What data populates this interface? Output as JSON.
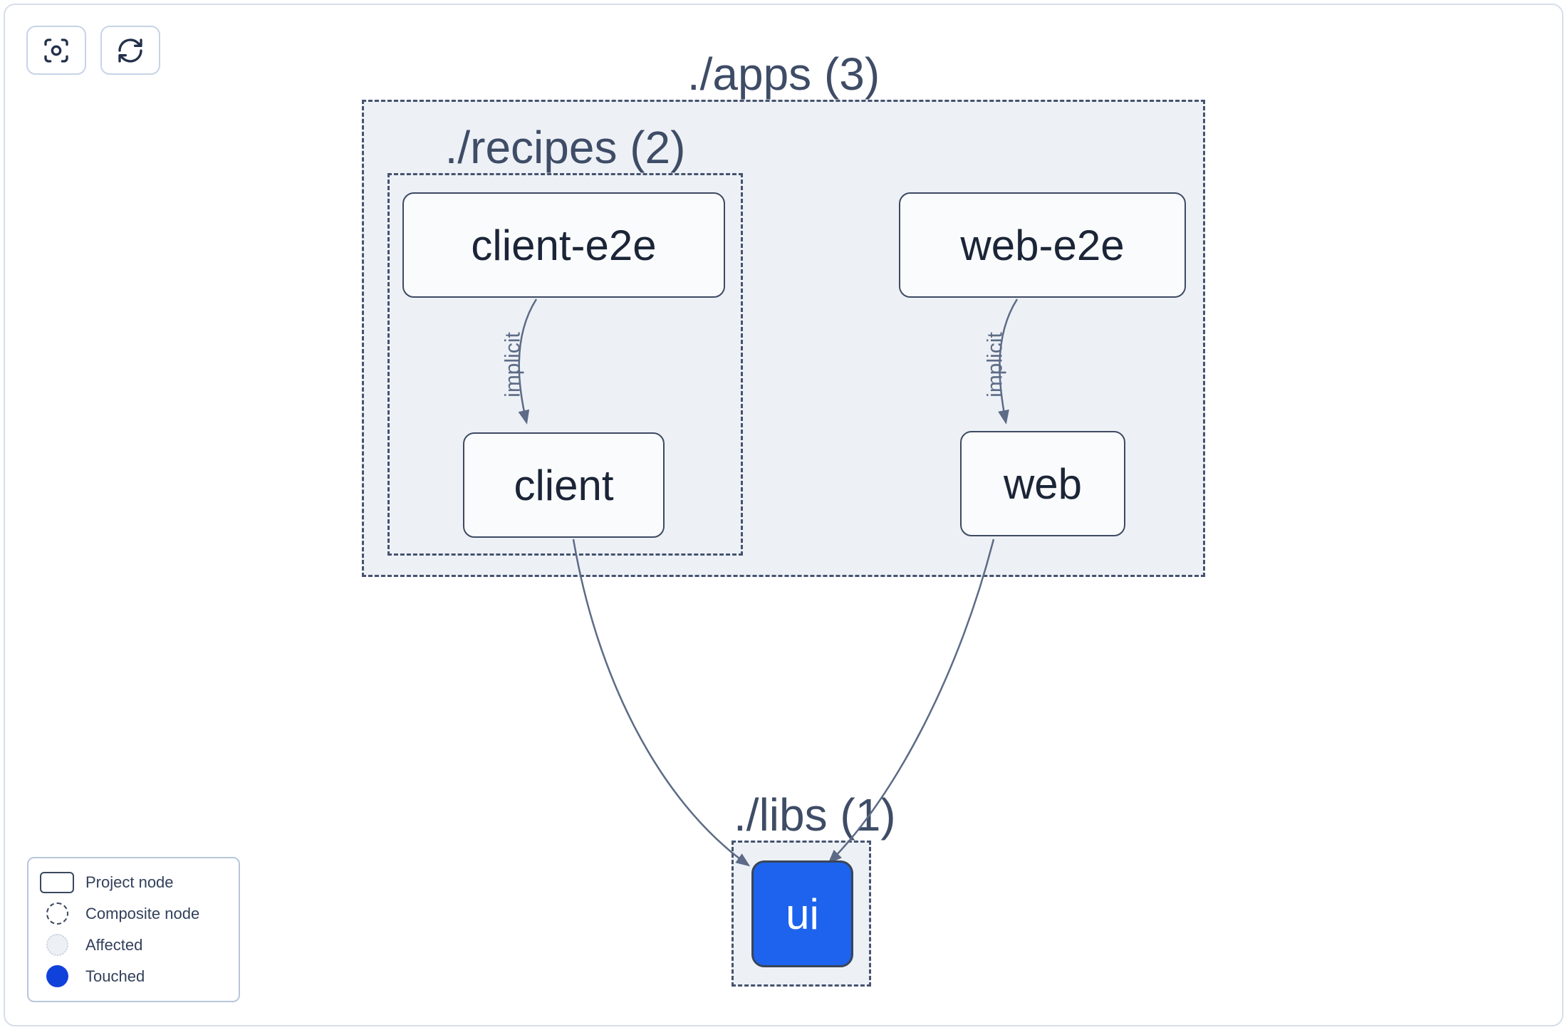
{
  "toolbar": {
    "buttons": [
      {
        "name": "focus",
        "icon": "focus-icon"
      },
      {
        "name": "refresh",
        "icon": "refresh-icon"
      }
    ]
  },
  "graph": {
    "groups": {
      "apps": {
        "label": "./apps (3)"
      },
      "recipes": {
        "label": "./recipes (2)"
      },
      "libs": {
        "label": "./libs (1)"
      }
    },
    "nodes": {
      "client_e2e": {
        "label": "client-e2e",
        "type": "project"
      },
      "client": {
        "label": "client",
        "type": "project"
      },
      "web_e2e": {
        "label": "web-e2e",
        "type": "project"
      },
      "web": {
        "label": "web",
        "type": "project"
      },
      "ui": {
        "label": "ui",
        "type": "project",
        "state": "touched"
      }
    },
    "edges": [
      {
        "from": "client-e2e",
        "to": "client",
        "label": "implicit"
      },
      {
        "from": "web-e2e",
        "to": "web",
        "label": "implicit"
      },
      {
        "from": "client",
        "to": "ui",
        "label": ""
      },
      {
        "from": "web",
        "to": "ui",
        "label": ""
      }
    ]
  },
  "legend": {
    "items": [
      {
        "label": "Project node",
        "swatch": "project-node-swatch"
      },
      {
        "label": "Composite node",
        "swatch": "composite-node-swatch"
      },
      {
        "label": "Affected",
        "swatch": "affected-swatch"
      },
      {
        "label": "Touched",
        "swatch": "touched-swatch"
      }
    ]
  },
  "colors": {
    "touched_blue": "#1141db",
    "touched_node_fill": "#1d63ed",
    "edge": "#5d6b86",
    "container_fill": "#edf1f6",
    "dashed_border": "#45536e"
  }
}
